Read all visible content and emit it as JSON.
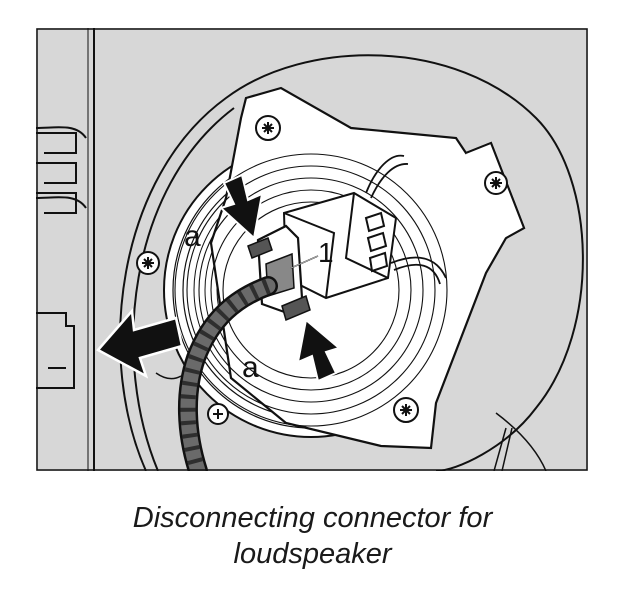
{
  "diagram": {
    "callouts": {
      "part_number": "1",
      "label_a_upper": "a",
      "label_a_lower": "a"
    }
  },
  "caption": {
    "line1": "Disconnecting connector for",
    "line2": "loudspeaker"
  },
  "colors": {
    "panel_bg": "#d7d7d7",
    "ink": "#111111",
    "part_fill": "#ffffff",
    "cable": "#6a6a6a"
  }
}
